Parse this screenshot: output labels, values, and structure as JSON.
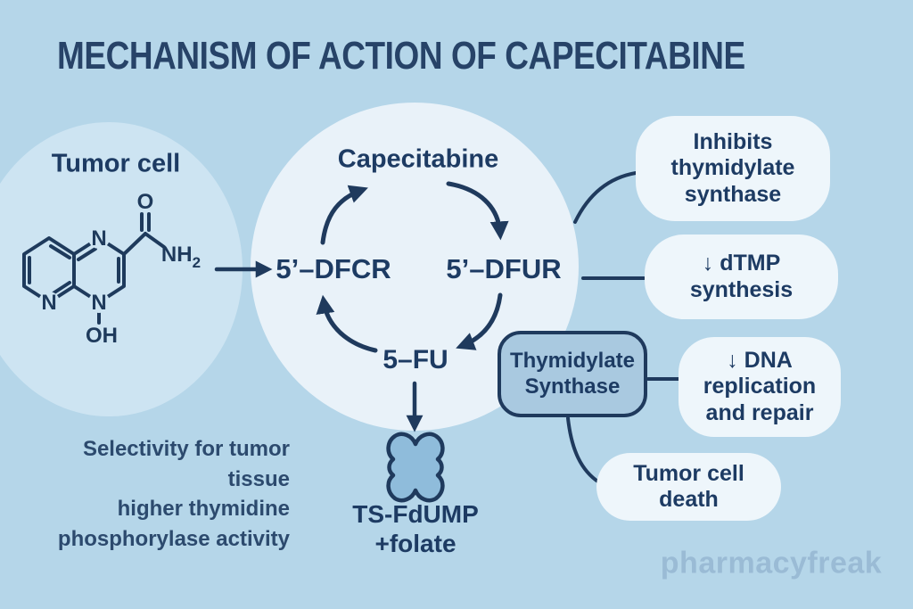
{
  "title": "MECHANISM OF ACTION OF CAPECITABINE",
  "tumor_cell_label": "Tumor cell",
  "cycle": {
    "top": "Capecitabine",
    "left": "5’–DFCR",
    "right": "5’–DFUR",
    "bottom": "5–FU"
  },
  "molecule": {
    "atoms": {
      "n_left": "N",
      "n_top": "N",
      "n_bottom": "N",
      "o": "O",
      "nh": "NH",
      "nh_sub": "2",
      "oh": "OH"
    }
  },
  "enzyme_box_label": "Thymidylate\nSynthase",
  "outcome_boxes": [
    {
      "label": "Inhibits\nthymidylate\nsynthase"
    },
    {
      "label": "↓ dTMP\nsynthesis"
    },
    {
      "label": "↓ DNA\nreplication\nand repair"
    },
    {
      "label": "Tumor cell\ndeath"
    }
  ],
  "ts_complex_label": "TS-FdUMP\n+folate",
  "selectivity_note": "Selectivity for tumor tissue\nhigher thymidine\nphosphorylase activity",
  "watermark": "pharmacyfreak",
  "colors": {
    "background": "#b5d6e9",
    "tumor_cell_circle": "#cde4f2",
    "cycle_circle": "#e9f2f9",
    "outcome_box_fill": "#eef6fb",
    "enzyme_box_fill": "#a9c9e0",
    "enzyme_blob_fill": "#8fbcdb",
    "line_navy": "#1f3a5d",
    "text_navy": "#1d3b63",
    "title_navy": "#274368",
    "watermark_color": "#96b7d2"
  }
}
